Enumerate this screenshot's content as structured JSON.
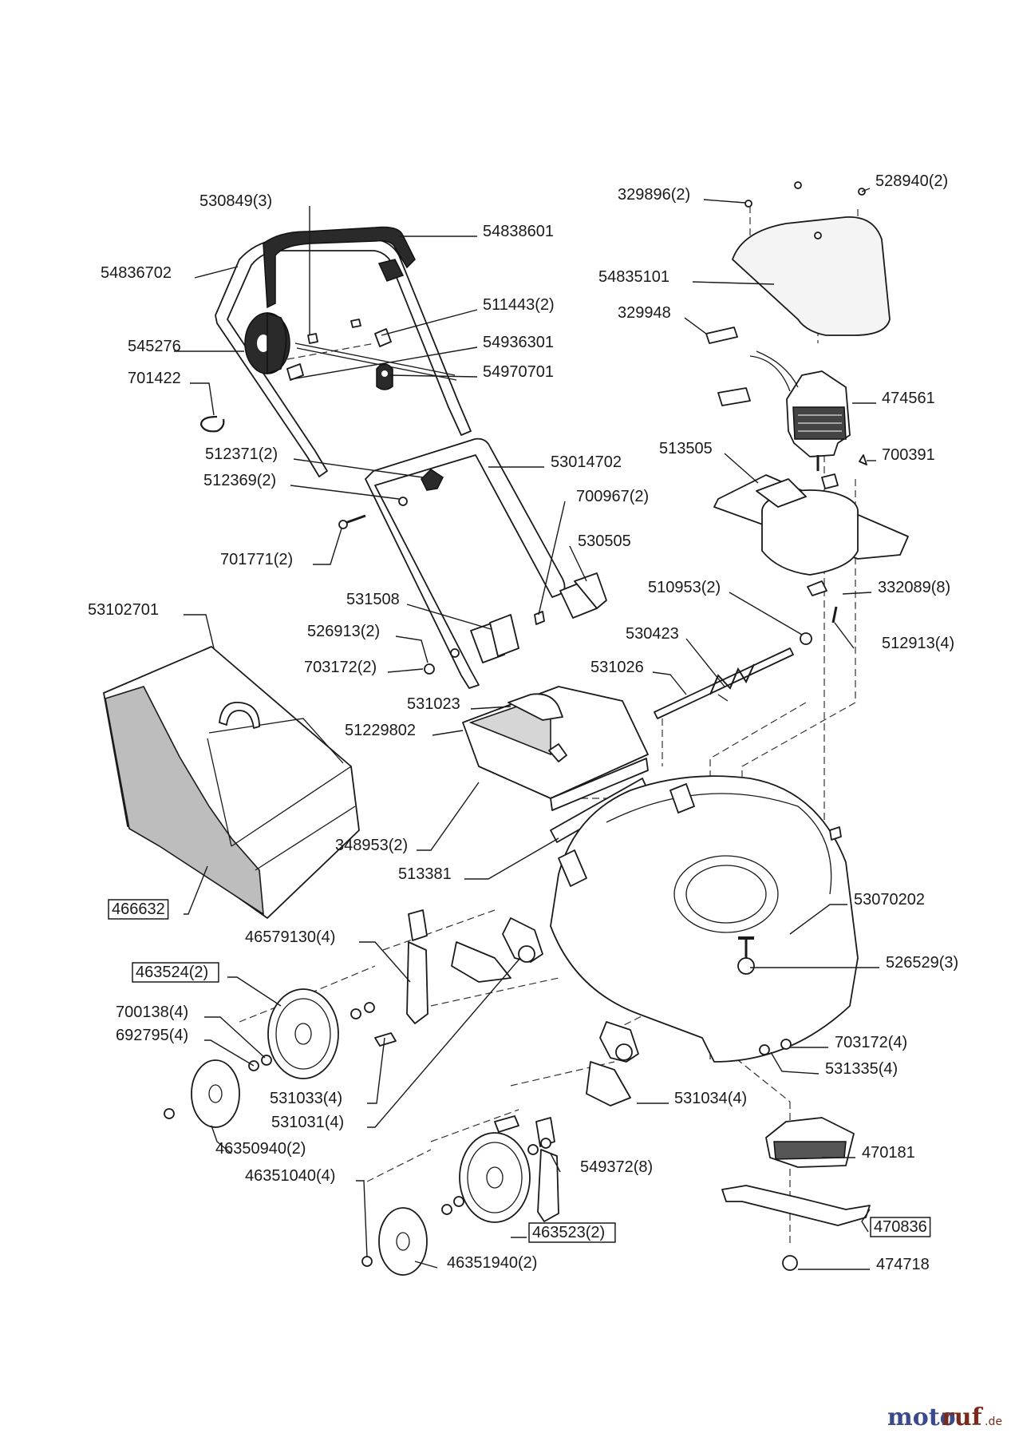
{
  "labels": [
    {
      "text": "530849(3)"
    },
    {
      "text": "54838601"
    },
    {
      "text": "54836702"
    },
    {
      "text": "511443(2)"
    },
    {
      "text": "545276"
    },
    {
      "text": "54936301"
    },
    {
      "text": "54970701"
    },
    {
      "text": "701422"
    },
    {
      "text": "329896(2)"
    },
    {
      "text": "528940(2)"
    },
    {
      "text": "54835101"
    },
    {
      "text": "329948"
    },
    {
      "text": "474561"
    },
    {
      "text": "513505"
    },
    {
      "text": "700391"
    },
    {
      "text": "512371(2)"
    },
    {
      "text": "53014702"
    },
    {
      "text": "512369(2)"
    },
    {
      "text": "700967(2)"
    },
    {
      "text": "701771(2)"
    },
    {
      "text": "530505"
    },
    {
      "text": "510953(2)"
    },
    {
      "text": "332089(8)"
    },
    {
      "text": "53102701"
    },
    {
      "text": "531508"
    },
    {
      "text": "526913(2)"
    },
    {
      "text": "530423"
    },
    {
      "text": "512913(4)"
    },
    {
      "text": "703172(2)"
    },
    {
      "text": "531026"
    },
    {
      "text": "531023"
    },
    {
      "text": "51229802"
    },
    {
      "text": "348953(2)"
    },
    {
      "text": "513381"
    },
    {
      "text": "466632",
      "boxed": true
    },
    {
      "text": "53070202"
    },
    {
      "text": "46579130(4)"
    },
    {
      "text": "463524(2)",
      "boxed": true
    },
    {
      "text": "526529(3)"
    },
    {
      "text": "700138(4)"
    },
    {
      "text": "703172(4)"
    },
    {
      "text": "692795(4)"
    },
    {
      "text": "531335(4)"
    },
    {
      "text": "531033(4)"
    },
    {
      "text": "531034(4)"
    },
    {
      "text": "531031(4)"
    },
    {
      "text": "46350940(2)"
    },
    {
      "text": "470181"
    },
    {
      "text": "46351040(4)"
    },
    {
      "text": "549372(8)"
    },
    {
      "text": "463523(2)",
      "boxed": true
    },
    {
      "text": "470836",
      "boxed": true
    },
    {
      "text": "46351940(2)"
    },
    {
      "text": "474718"
    }
  ],
  "watermark": {
    "brand": "moto",
    "brand2": "ruf",
    "suffix": ".de"
  }
}
